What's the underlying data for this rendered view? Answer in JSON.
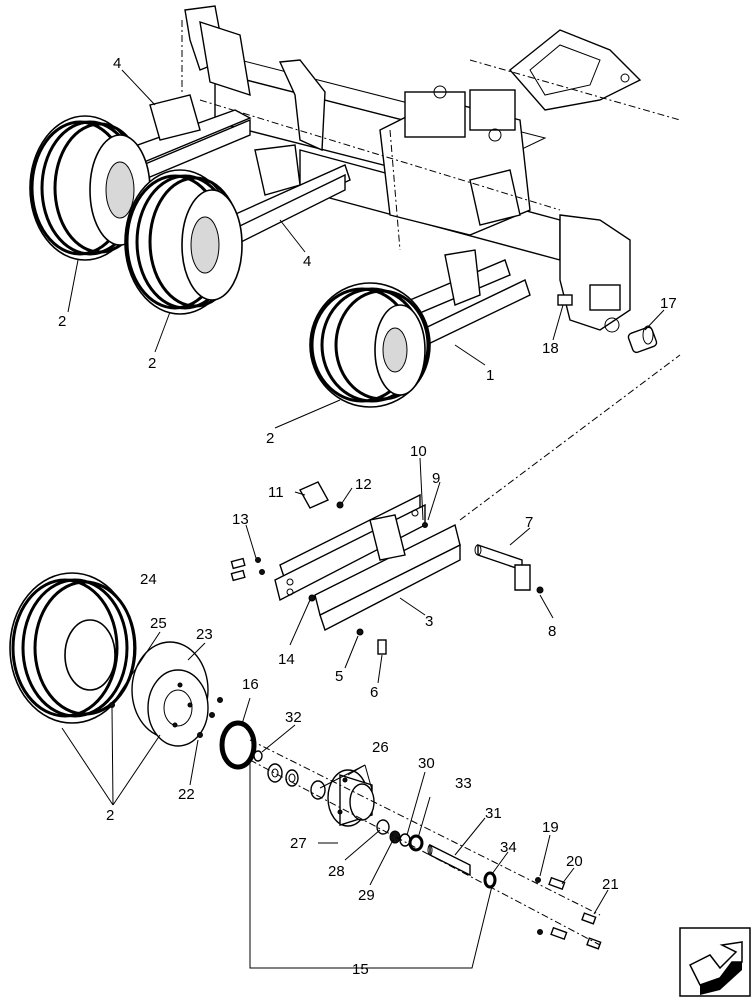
{
  "callouts": {
    "c1": "1",
    "c2a": "2",
    "c2b": "2",
    "c2c": "2",
    "c2d": "2",
    "c3": "3",
    "c4a": "4",
    "c4b": "4",
    "c5": "5",
    "c6": "6",
    "c7": "7",
    "c8": "8",
    "c9": "9",
    "c10": "10",
    "c11": "11",
    "c12": "12",
    "c13": "13",
    "c14": "14",
    "c15": "15",
    "c16": "16",
    "c17": "17",
    "c18": "18",
    "c19": "19",
    "c20": "20",
    "c21": "21",
    "c22": "22",
    "c23": "23",
    "c24": "24",
    "c25": "25",
    "c26": "26",
    "c27": "27",
    "c28": "28",
    "c29": "29",
    "c30": "30",
    "c31": "31",
    "c32": "32",
    "c33": "33",
    "c34": "34"
  },
  "icons": {
    "nav": "next-page-arrow-icon"
  }
}
